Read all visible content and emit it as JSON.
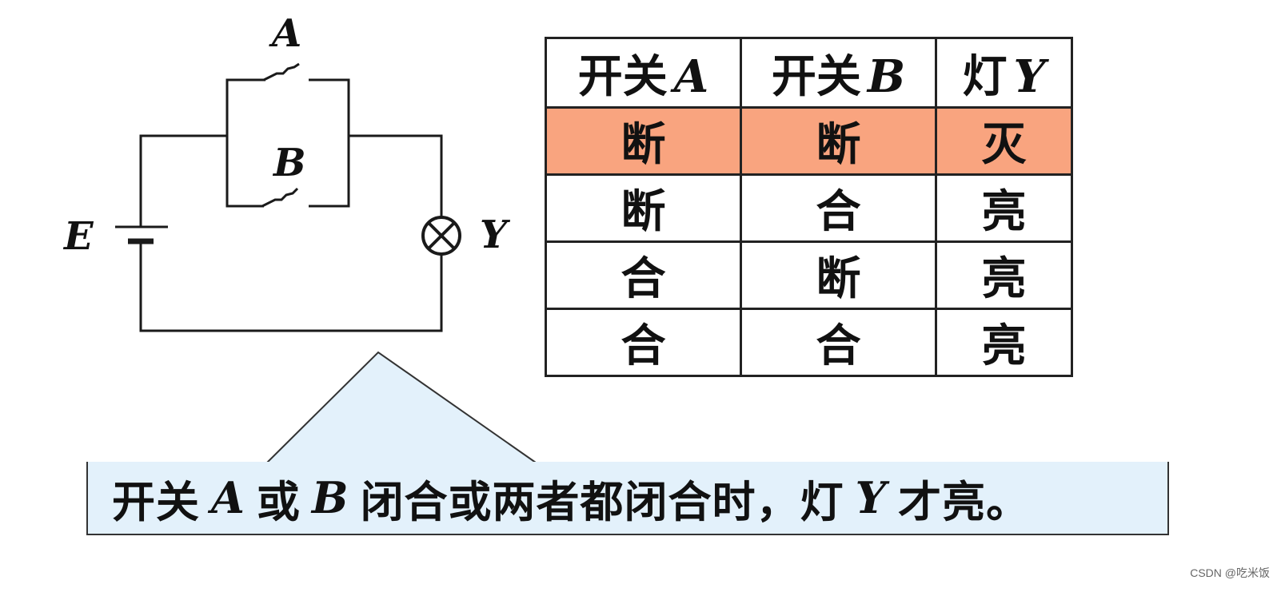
{
  "circuit": {
    "labels": {
      "switch_a": "A",
      "switch_b": "B",
      "battery": "E",
      "lamp": "Y"
    },
    "icons": [
      "battery-icon",
      "switch-icon",
      "lamp-icon"
    ]
  },
  "truth_table": {
    "headers": [
      {
        "text": "开关",
        "var": "A"
      },
      {
        "text": "开关",
        "var": "B"
      },
      {
        "text": "灯",
        "var": "Y"
      }
    ],
    "rows": [
      [
        "断",
        "断",
        "灭"
      ],
      [
        "断",
        "合",
        "亮"
      ],
      [
        "合",
        "断",
        "亮"
      ],
      [
        "合",
        "合",
        "亮"
      ]
    ],
    "highlight_color": "#f9a47f"
  },
  "callout": {
    "parts": [
      {
        "t": "开关",
        "i": false
      },
      {
        "t": "A",
        "i": true
      },
      {
        "t": "或",
        "i": false
      },
      {
        "t": "B",
        "i": true
      },
      {
        "t": "闭合或两者都闭合时，灯",
        "i": false
      },
      {
        "t": "Y",
        "i": true
      },
      {
        "t": "才亮。",
        "i": false
      }
    ],
    "background_color": "#e3f1fb"
  },
  "watermark": "CSDN @吃米饭"
}
